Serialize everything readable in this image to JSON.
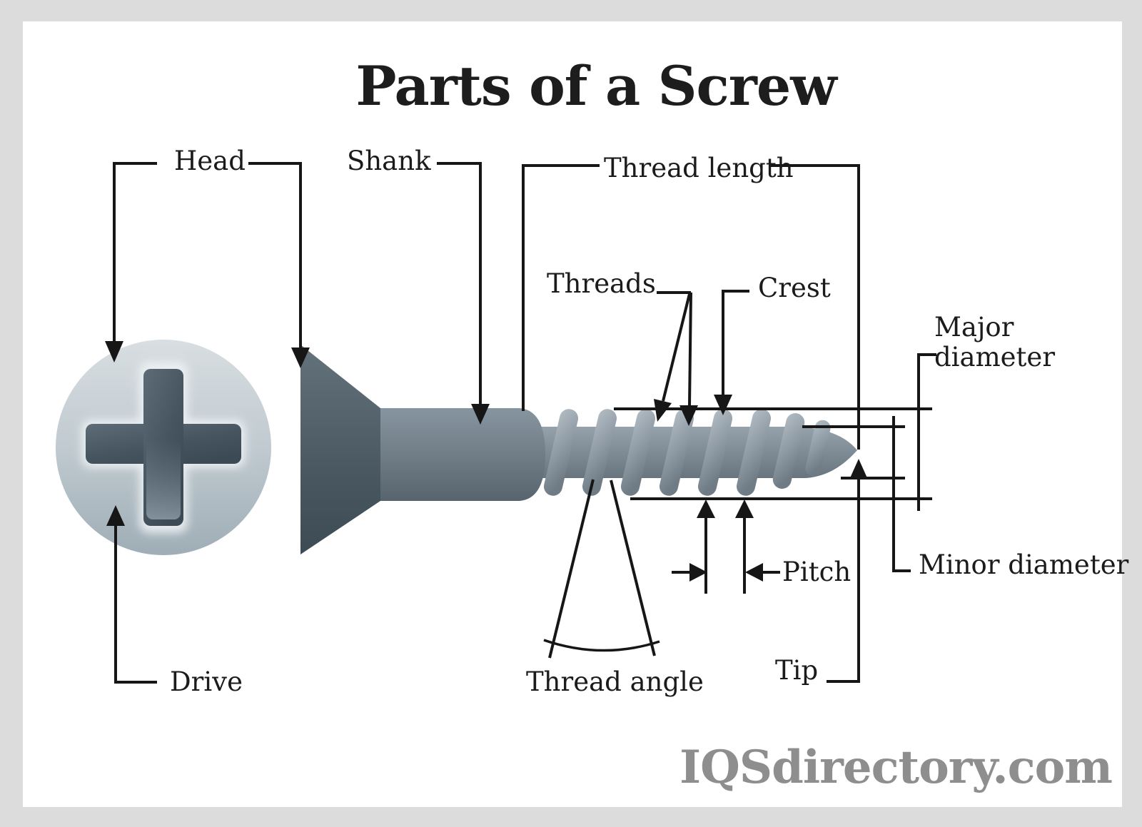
{
  "title": "Parts of a Screw",
  "watermark": "IQSdirectory.com",
  "labels": {
    "head": "Head",
    "shank": "Shank",
    "thread_length": "Thread length",
    "threads": "Threads",
    "crest": "Crest",
    "major_diameter": "Major diameter",
    "minor_diameter": "Minor diameter",
    "pitch": "Pitch",
    "thread_angle": "Thread angle",
    "tip": "Tip",
    "drive": "Drive"
  },
  "colors": {
    "ink": "#161616",
    "frame": "#dcdcdc",
    "paper": "#ffffff",
    "watermark_gray": "#8e8e8e",
    "head_face_light": "#d5dbdf",
    "head_face_dark": "#a2afb8",
    "recess_dark": "#3e4c57",
    "side_head_dark": "#414f59",
    "shank_gray": "#6f7c87",
    "thread_crest_light": "#b2bcc4"
  }
}
